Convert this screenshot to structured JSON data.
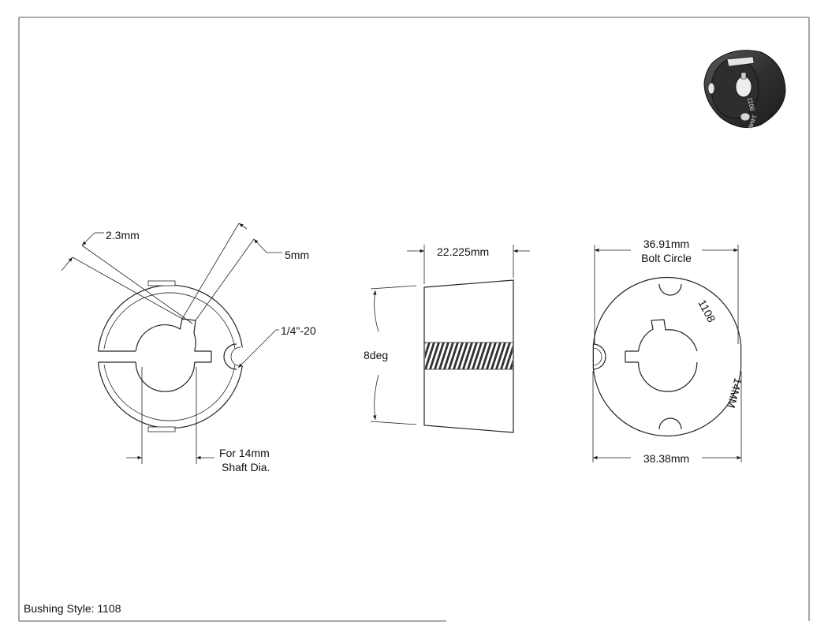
{
  "views": {
    "front": {
      "key_width_label": "2.3mm",
      "key_depth_label": "5mm",
      "thread_label": "1/4\"-20",
      "bore_label_line1": "For 14mm",
      "bore_label_line2": "Shaft Dia."
    },
    "side": {
      "length_label": "22.225mm",
      "taper_label": "8deg"
    },
    "back": {
      "bolt_circle_line1": "36.91mm",
      "bolt_circle_line2": "Bolt Circle",
      "diameter_label": "38.38mm",
      "face_marking_size": "1108",
      "face_marking_bore": "14MM"
    },
    "iso": {
      "marking_size": "1108",
      "marking_bore": "14MM"
    }
  },
  "title_block": {
    "style_text": "Bushing Style: 1108"
  },
  "colors": {
    "line": "#222222",
    "iso_body": "#3a3a3a"
  }
}
